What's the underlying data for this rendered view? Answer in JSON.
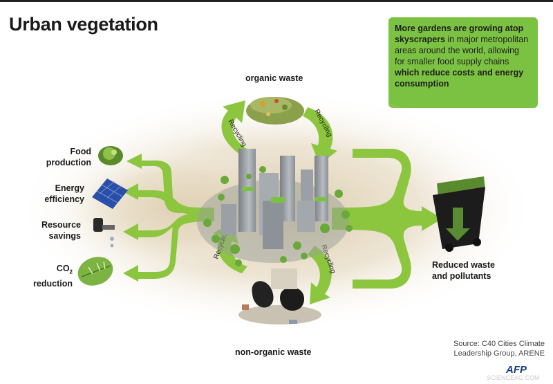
{
  "title": "Urban vegetation",
  "infobox": {
    "b1": "More gardens are growing atop skyscrapers",
    "t1": " in major metropolitan areas around the world, allowing for smaller food supply chains ",
    "b2": "which reduce costs and energy consumption"
  },
  "labels": {
    "organic": "organic waste",
    "nonorganic": "non-organic waste",
    "food1": "Food",
    "food2": "production",
    "energy1": "Energy",
    "energy2": "efficiency",
    "resource1": "Resource",
    "resource2": "savings",
    "co2a": "CO",
    "co2sub": "2",
    "co2b": "reduction",
    "reduced1": "Reduced waste",
    "reduced2": "and pollutants",
    "recycling": "Recycling"
  },
  "source": {
    "line1": "Source: C40 Cities Climate",
    "line2": "Leadership Group, ARENE"
  },
  "agency": "AFP",
  "watermark": "SCIENCEAG.COM",
  "colors": {
    "green": "#7cc242",
    "arrow": "#8cc63f",
    "dark": "#1a1a1a"
  }
}
